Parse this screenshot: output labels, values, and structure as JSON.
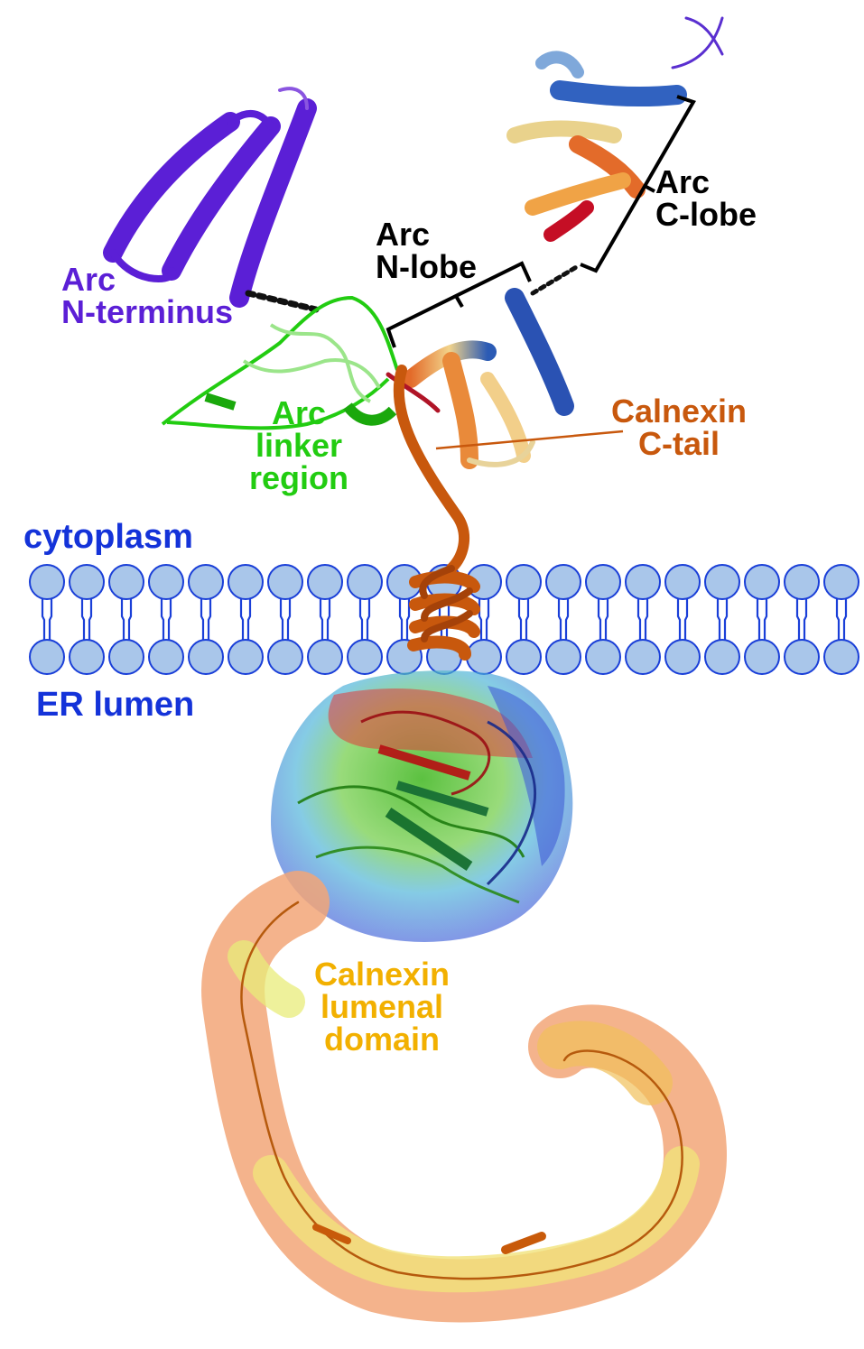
{
  "labels": {
    "arc_n_terminus": {
      "line1": "Arc",
      "line2": "N-terminus"
    },
    "arc_n_lobe": {
      "line1": "Arc",
      "line2": "N-lobe"
    },
    "arc_c_lobe": {
      "line1": "Arc",
      "line2": "C-lobe"
    },
    "arc_linker": {
      "line1": "Arc",
      "line2": "linker",
      "line3": "region"
    },
    "calnexin_c_tail": {
      "line1": "Calnexin",
      "line2": "C-tail"
    },
    "cytoplasm": "cytoplasm",
    "er_lumen": "ER lumen",
    "calnexin_lumenal": {
      "line1": "Calnexin",
      "line2": "lumenal",
      "line3": "domain"
    }
  },
  "colors": {
    "arc_n_terminus": "#5b1fd6",
    "arc_linker": "#22cc11",
    "calnexin_c_tail": "#c8580d",
    "membrane_label": "#1433d9",
    "calnexin_lumenal": "#f2b000",
    "bracket": "#000000",
    "lipid_head_fill": "#a9c6ea",
    "lipid_head_stroke": "#1a3fd8"
  }
}
